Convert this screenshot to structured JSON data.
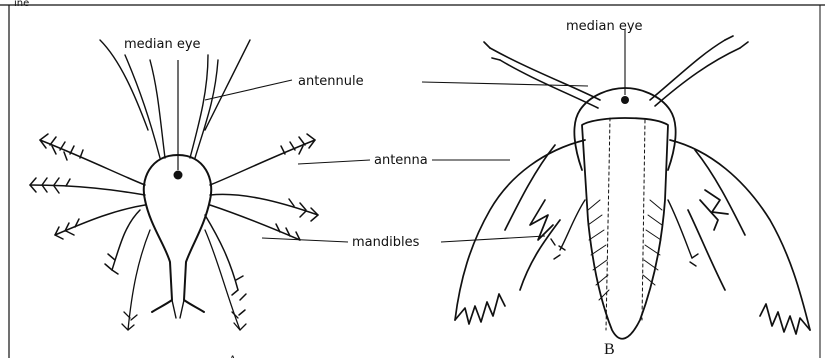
{
  "header_fragment": "ine",
  "figure_a": {
    "labels": {
      "median_eye": "median eye",
      "antennule": "antennule",
      "antenna": "antenna",
      "mandibles": "mandibles"
    },
    "panel_letter": "A"
  },
  "figure_b": {
    "labels": {
      "median_eye": "median eye"
    },
    "panel_letter": "B"
  }
}
